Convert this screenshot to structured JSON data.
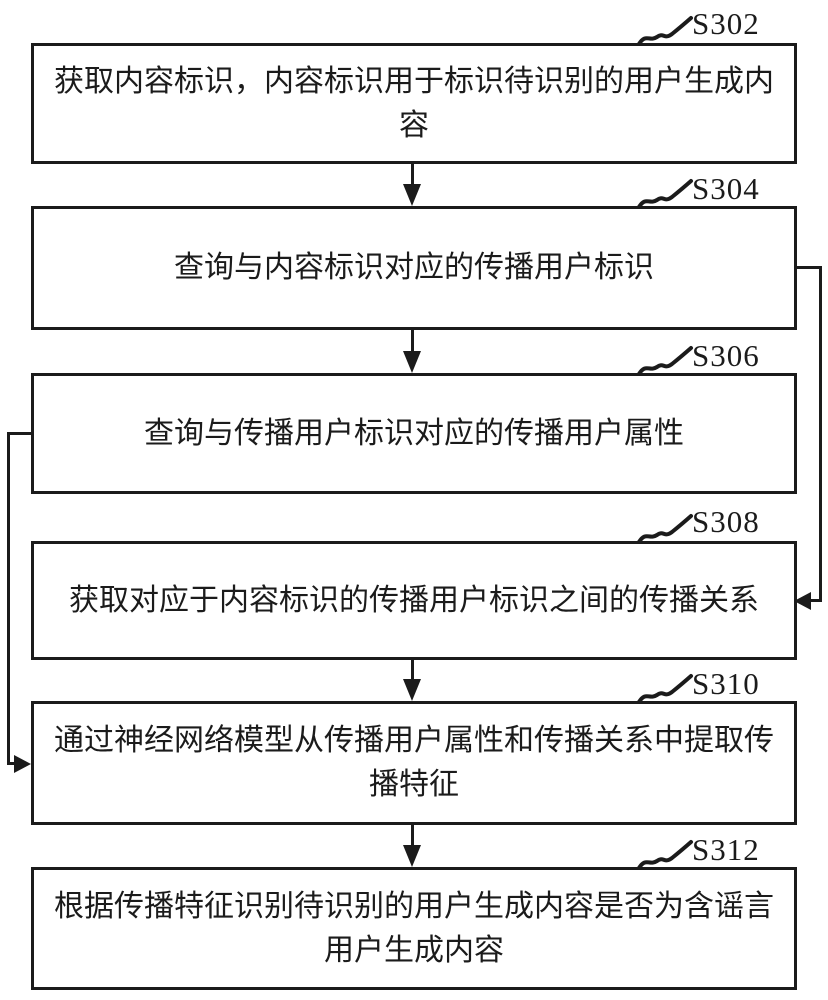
{
  "figure": {
    "type": "flowchart",
    "description": "Method flowchart for identifying rumor-containing user generated content based on propagation features",
    "colors": {
      "line": "#1b1b1b",
      "background": "#ffffff"
    },
    "steps": [
      {
        "id": "S302",
        "text": "获取内容标识，内容标识用于标识待识别的用户生成内容"
      },
      {
        "id": "S304",
        "text": "查询与内容标识对应的传播用户标识"
      },
      {
        "id": "S306",
        "text": "查询与传播用户标识对应的传播用户属性"
      },
      {
        "id": "S308",
        "text": "获取对应于内容标识的传播用户标识之间的传播关系"
      },
      {
        "id": "S310",
        "text": "通过神经网络模型从传播用户属性和传播关系中提取传播特征"
      },
      {
        "id": "S312",
        "text": "根据传播特征识别待识别的用户生成内容是否为含谣言用户生成内容"
      }
    ],
    "edges": [
      {
        "from": "S302",
        "to": "S304",
        "route": "down-center"
      },
      {
        "from": "S304",
        "to": "S306",
        "route": "down-center"
      },
      {
        "from": "S304",
        "to": "S308",
        "route": "right-side-elbow"
      },
      {
        "from": "S306",
        "to": "S310",
        "route": "left-side-elbow"
      },
      {
        "from": "S308",
        "to": "S310",
        "route": "down-center"
      },
      {
        "from": "S310",
        "to": "S312",
        "route": "down-center"
      }
    ]
  }
}
